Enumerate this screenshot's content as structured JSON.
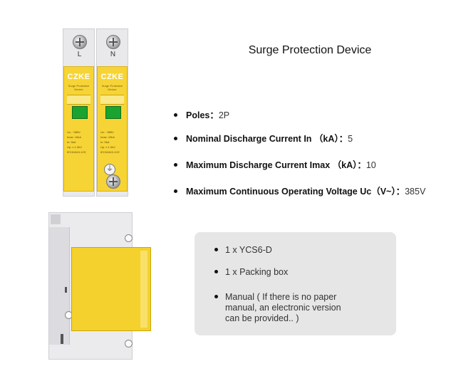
{
  "title": "Surge Protection Device",
  "device": {
    "poles": [
      "L",
      "N"
    ],
    "brand": "CZKE",
    "module_subtitle": [
      "Surge Protective",
      "Device"
    ],
    "module_specs": [
      "Uc: ~385V",
      "Imax: 10kA",
      "In: 5kA",
      "Up: ≤ 1.0kV",
      "IEC61643-1CE"
    ]
  },
  "specs": [
    {
      "label": "Poles：",
      "value": "2P"
    },
    {
      "label": "Nominal Discharge Current In （kA）：",
      "value": "5"
    },
    {
      "label": "Maximum Discharge Current Imax （kA）：",
      "value": "10"
    },
    {
      "label": "Maximum Continuous Operating Voltage Uc（V~）：",
      "value": "385V"
    }
  ],
  "package": {
    "items": [
      {
        "line1": "1 x YCS6-D"
      },
      {
        "line1": "1 x Packing box"
      },
      {
        "line1": "Manual ( If there is no paper",
        "line2": "manual, an electronic version",
        "line3": "can be provided.. )"
      }
    ]
  },
  "colors": {
    "module_yellow": "#f7d436",
    "indicator_green": "#1aa32e",
    "housing_grey": "#e9e9ec",
    "package_bg": "#e6e6e6"
  }
}
